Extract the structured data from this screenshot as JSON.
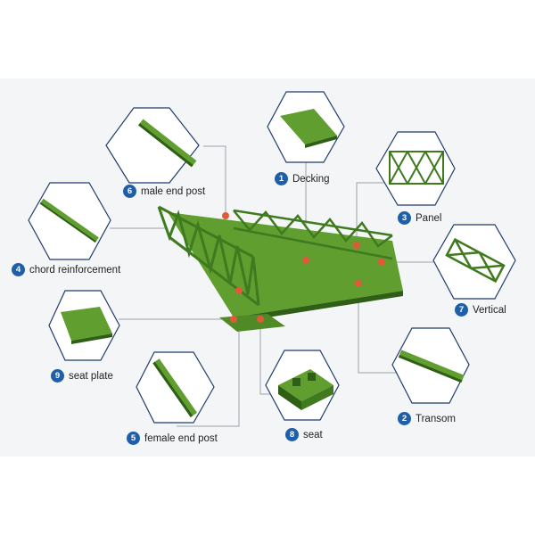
{
  "colors": {
    "background": "#f4f5f7",
    "part_green": "#5f9e2f",
    "part_dark": "#2f5e16",
    "callout_marker": "#e05a3a",
    "number_badge": "#1f5fa8",
    "leader_line": "#9aa3ad",
    "hex_border": "#1f3b6e"
  },
  "parts": [
    {
      "id": "decking",
      "number": "1",
      "label": "Decking"
    },
    {
      "id": "transom",
      "number": "2",
      "label": "Transom"
    },
    {
      "id": "panel",
      "number": "3",
      "label": "Panel"
    },
    {
      "id": "chord-reinforcement",
      "number": "4",
      "label": "chord reinforcement"
    },
    {
      "id": "female-end-post",
      "number": "5",
      "label": "female end post"
    },
    {
      "id": "male-end-post",
      "number": "6",
      "label": "male end post"
    },
    {
      "id": "vertical",
      "number": "7",
      "label": "Vertical"
    },
    {
      "id": "seat",
      "number": "8",
      "label": "seat"
    },
    {
      "id": "seat-plate",
      "number": "9",
      "label": "seat plate"
    }
  ]
}
